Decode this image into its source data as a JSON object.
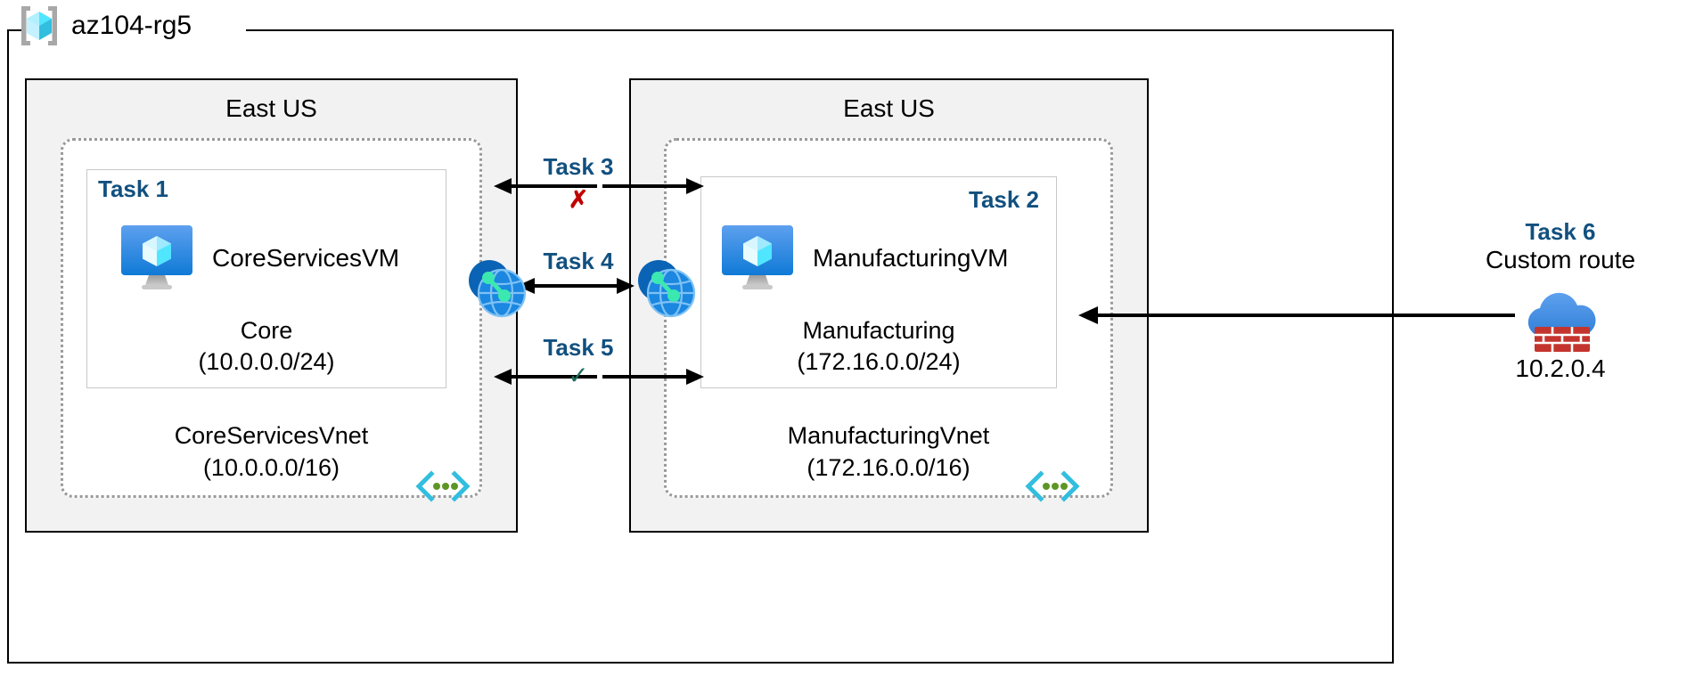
{
  "resource_group": {
    "name": "az104-rg5",
    "icon": "azure-resource-group-icon"
  },
  "left_region": {
    "label": "East US",
    "vnet": {
      "name": "CoreServicesVnet",
      "cidr": "(10.0.0.0/16)",
      "icon": "vnet-brackets-icon"
    },
    "subnet": {
      "task_tag": "Task 1",
      "name": "Core",
      "cidr": "(10.0.0.0/24)",
      "vm": {
        "name": "CoreServicesVM",
        "icon": "virtual-machine-icon"
      }
    }
  },
  "right_region": {
    "label": "East US",
    "vnet": {
      "name": "ManufacturingVnet",
      "cidr": "(172.16.0.0/16)",
      "icon": "vnet-brackets-icon"
    },
    "subnet": {
      "task_tag": "Task 2",
      "name": "Manufacturing",
      "cidr": "(172.16.0.0/24)",
      "vm": {
        "name": "ManufacturingVM",
        "icon": "virtual-machine-icon"
      }
    }
  },
  "center_connections": [
    {
      "task": "Task 3",
      "marker": "✗",
      "marker_type": "cross"
    },
    {
      "task": "Task 4",
      "marker": "",
      "marker_type": "none"
    },
    {
      "task": "Task 5",
      "marker": "✓",
      "marker_type": "check"
    }
  ],
  "peering_icons": {
    "left": "vnet-peering-icon",
    "right": "vnet-peering-icon"
  },
  "custom_route": {
    "task": "Task 6",
    "title": "Custom route",
    "ip": "10.2.0.4",
    "icon": "firewall-icon"
  },
  "colors": {
    "task_blue": "#11507f",
    "cross_red": "#c00000",
    "check_green": "#1f6d5e",
    "region_fill": "#f2f2f2",
    "azure_blue": "#0078d4",
    "cyan": "#32d4f5"
  }
}
